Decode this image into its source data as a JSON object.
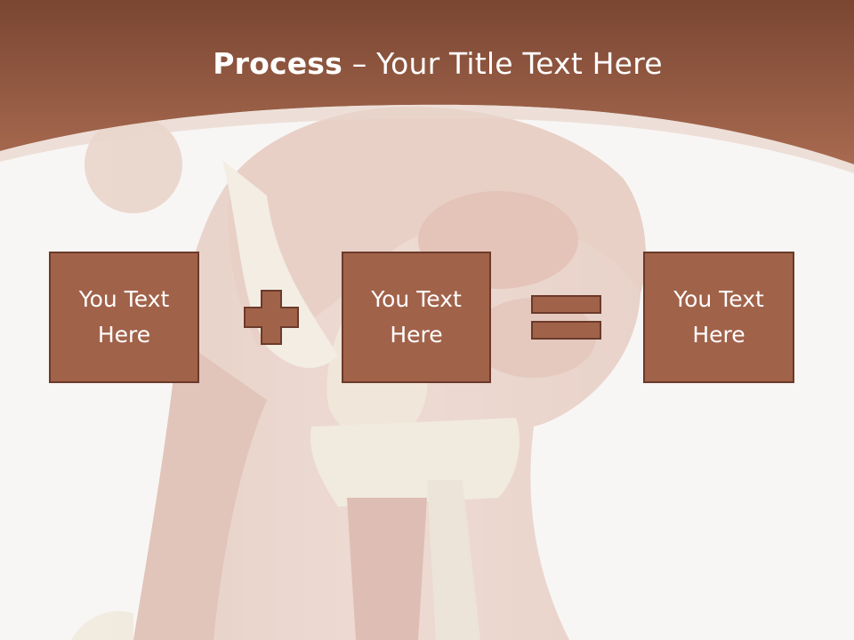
{
  "slide": {
    "title_bold": "Process",
    "title_separator": " – ",
    "title_rest": "Your Title Text Here"
  },
  "boxes": [
    {
      "line1": "You Text",
      "line2": "Here"
    },
    {
      "line1": "You Text",
      "line2": "Here"
    },
    {
      "line1": "You Text",
      "line2": "Here"
    }
  ],
  "colors": {
    "header_dark": "#7a4632",
    "header_light": "#a86a50",
    "box_fill": "#a1624a",
    "box_border": "#6b3a2a",
    "background": "#f8f6f4"
  }
}
